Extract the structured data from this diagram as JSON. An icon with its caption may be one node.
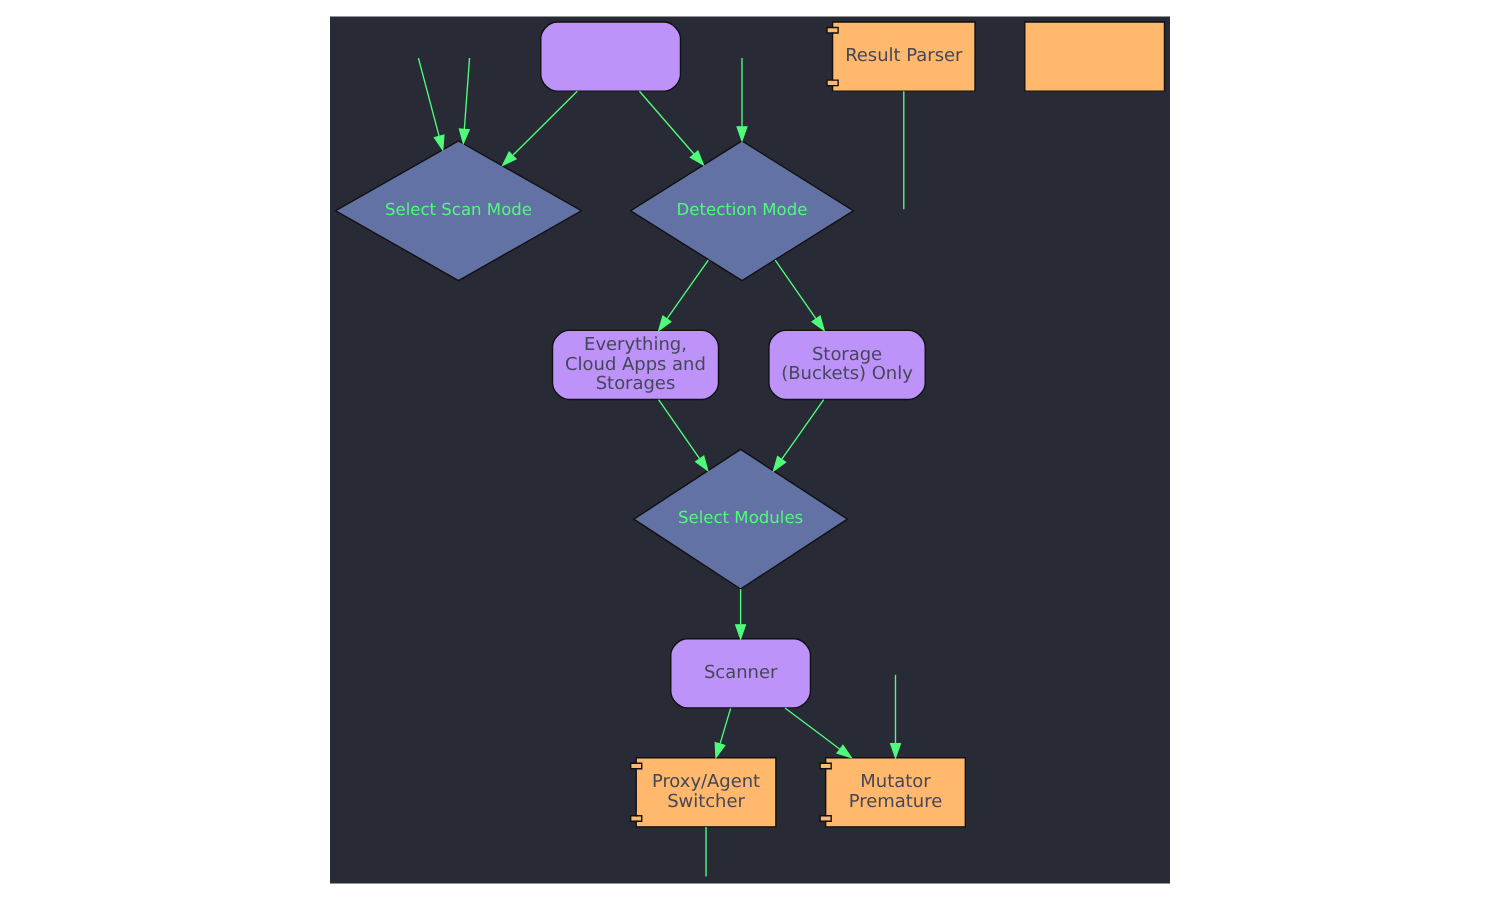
{
  "diagram": {
    "nodes": [
      {
        "text": [
          "Select Scan Mode"
        ]
      },
      {
        "text": [],
        "shape": "box"
      },
      {
        "text": [
          "Detection Mode"
        ]
      },
      {
        "text": [
          "Everything, Cloud Apps and Storages"
        ]
      },
      {
        "text": [
          "Storage (Buckets) Only"
        ]
      },
      {
        "text": [
          "Select Modules"
        ]
      },
      {
        "text": [
          "Result Parser"
        ]
      },
      {
        "text": [
          "Proxy/Agent Switcher"
        ]
      },
      {
        "text": [
          "Mutator Premature"
        ]
      },
      {
        "text": [
          "Scanner"
        ]
      },
      {
        "text": [],
        "shape": "box"
      }
    ],
    "edges": [
      {
        "from": null,
        "to": 0,
        "arrow": "to"
      },
      {
        "from": null,
        "to": 0,
        "arrow": "to"
      },
      {
        "from": null,
        "to": 2,
        "arrow": "to"
      },
      {
        "from": 1,
        "to": 0,
        "arrow": "to"
      },
      {
        "from": 1,
        "to": 2,
        "arrow": "to"
      },
      {
        "from": 2,
        "to": 3,
        "arrow": "to"
      },
      {
        "from": 2,
        "to": 4,
        "arrow": "to"
      },
      {
        "from": 3,
        "to": 5,
        "arrow": "to"
      },
      {
        "from": 4,
        "to": 5,
        "arrow": "to"
      },
      {
        "from": 5,
        "to": 9,
        "arrow": "to"
      },
      {
        "from": 9,
        "to": 7,
        "arrow": "to"
      },
      {
        "from": 9,
        "to": 8,
        "arrow": "to"
      },
      {
        "from": null,
        "to": 8,
        "arrow": "to"
      },
      {
        "from": 6,
        "to": null,
        "arrow": "none"
      },
      {
        "from": 7,
        "to": null,
        "arrow": "none"
      }
    ]
  }
}
